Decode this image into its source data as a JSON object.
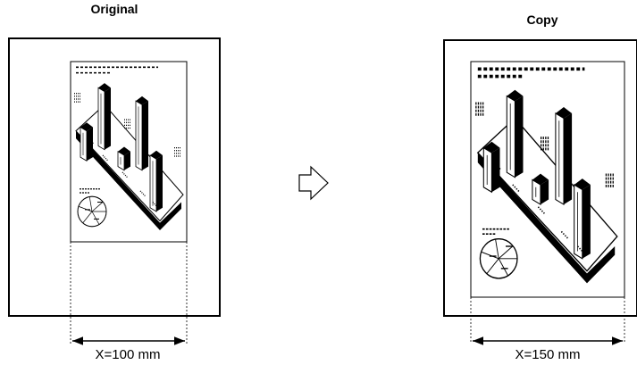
{
  "original": {
    "title": "Original",
    "measurement_label": "X=100 mm"
  },
  "copy": {
    "title": "Copy",
    "measurement_label": "X=150 mm"
  },
  "icons": {
    "arrow": "right-arrow-icon"
  }
}
